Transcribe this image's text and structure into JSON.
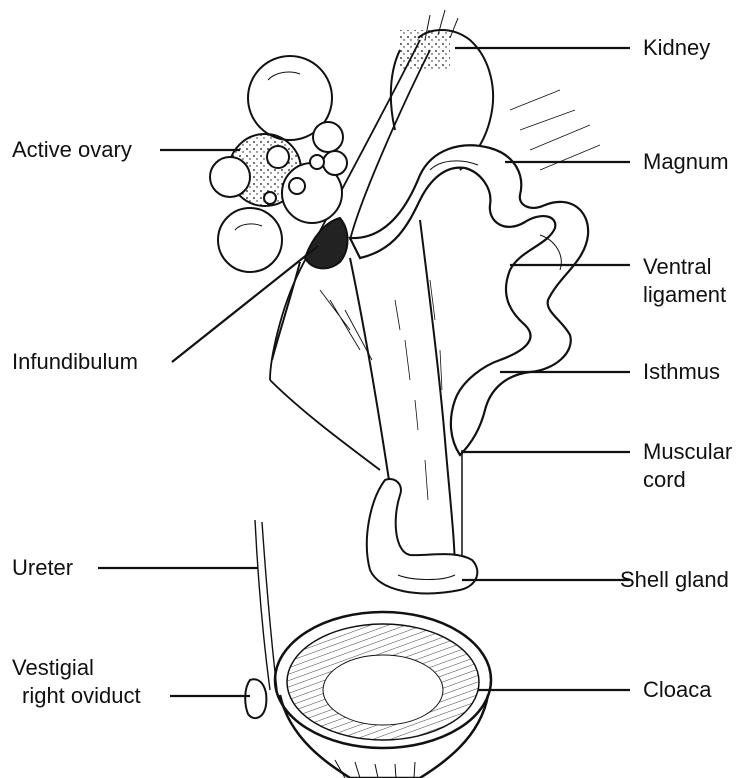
{
  "labels": {
    "kidney": "Kidney",
    "active_ovary": "Active ovary",
    "magnum": "Magnum",
    "ventral_ligament_line1": "Ventral",
    "ventral_ligament_line2": "ligament",
    "infundibulum": "Infundibulum",
    "isthmus": "Isthmus",
    "muscular_cord_line1": "Muscular",
    "muscular_cord_line2": "cord",
    "shell_gland": "Shell gland",
    "ureter": "Ureter",
    "vestigial_line1": "Vestigial",
    "vestigial_line2": "right oviduct",
    "cloaca": "Cloaca"
  },
  "colors": {
    "ink": "#111111",
    "background": "#ffffff"
  }
}
